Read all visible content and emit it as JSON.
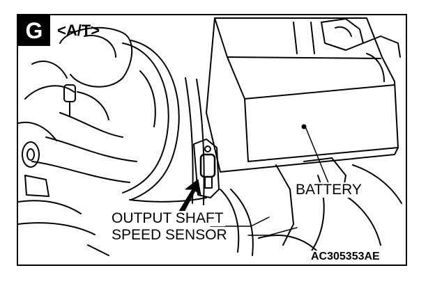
{
  "header": {
    "section_letter": "G",
    "variant": "<A/T>"
  },
  "labels": {
    "battery": "BATTERY",
    "sensor_line1": "OUTPUT SHAFT",
    "sensor_line2": "SPEED SENSOR"
  },
  "figure_code": "AC305353AE",
  "colors": {
    "ink": "#000000",
    "paper": "#ffffff"
  }
}
